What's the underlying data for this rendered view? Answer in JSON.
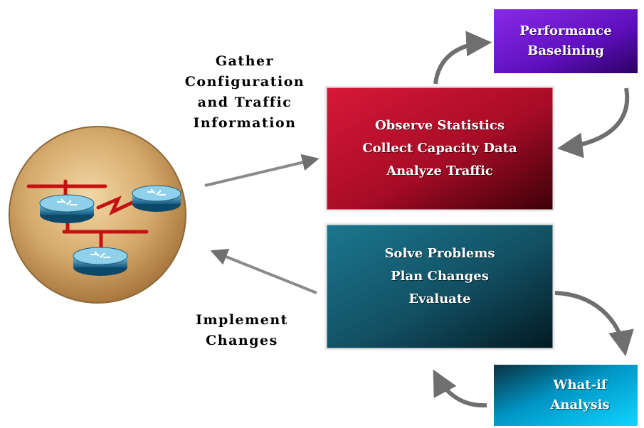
{
  "colors": {
    "observe_box": "#b0102a",
    "solve_box": "#155f75",
    "performance_box": "#6a0dc8",
    "whatif_box": "#00b7e3",
    "flow_arrow": "#808080",
    "network_disc": "#d3a86c",
    "router": "#1d7fa8",
    "network_link": "#c41010"
  },
  "labels": {
    "gather_lines": [
      "Gather",
      "Configuration",
      "and Traffic",
      "Information"
    ],
    "implement_lines": [
      "Implement",
      "Changes"
    ]
  },
  "boxes": {
    "observe_lines": [
      "Observe Statistics",
      "Collect Capacity Data",
      "Analyze Traffic"
    ],
    "solve_lines": [
      "Solve Problems",
      "Plan Changes",
      "Evaluate"
    ],
    "performance_lines": [
      "Performance",
      "Baselining"
    ],
    "whatif_lines": [
      "What-if",
      "Analysis"
    ]
  },
  "icons": {
    "network": "network-topology-icon",
    "router": "router-icon"
  }
}
